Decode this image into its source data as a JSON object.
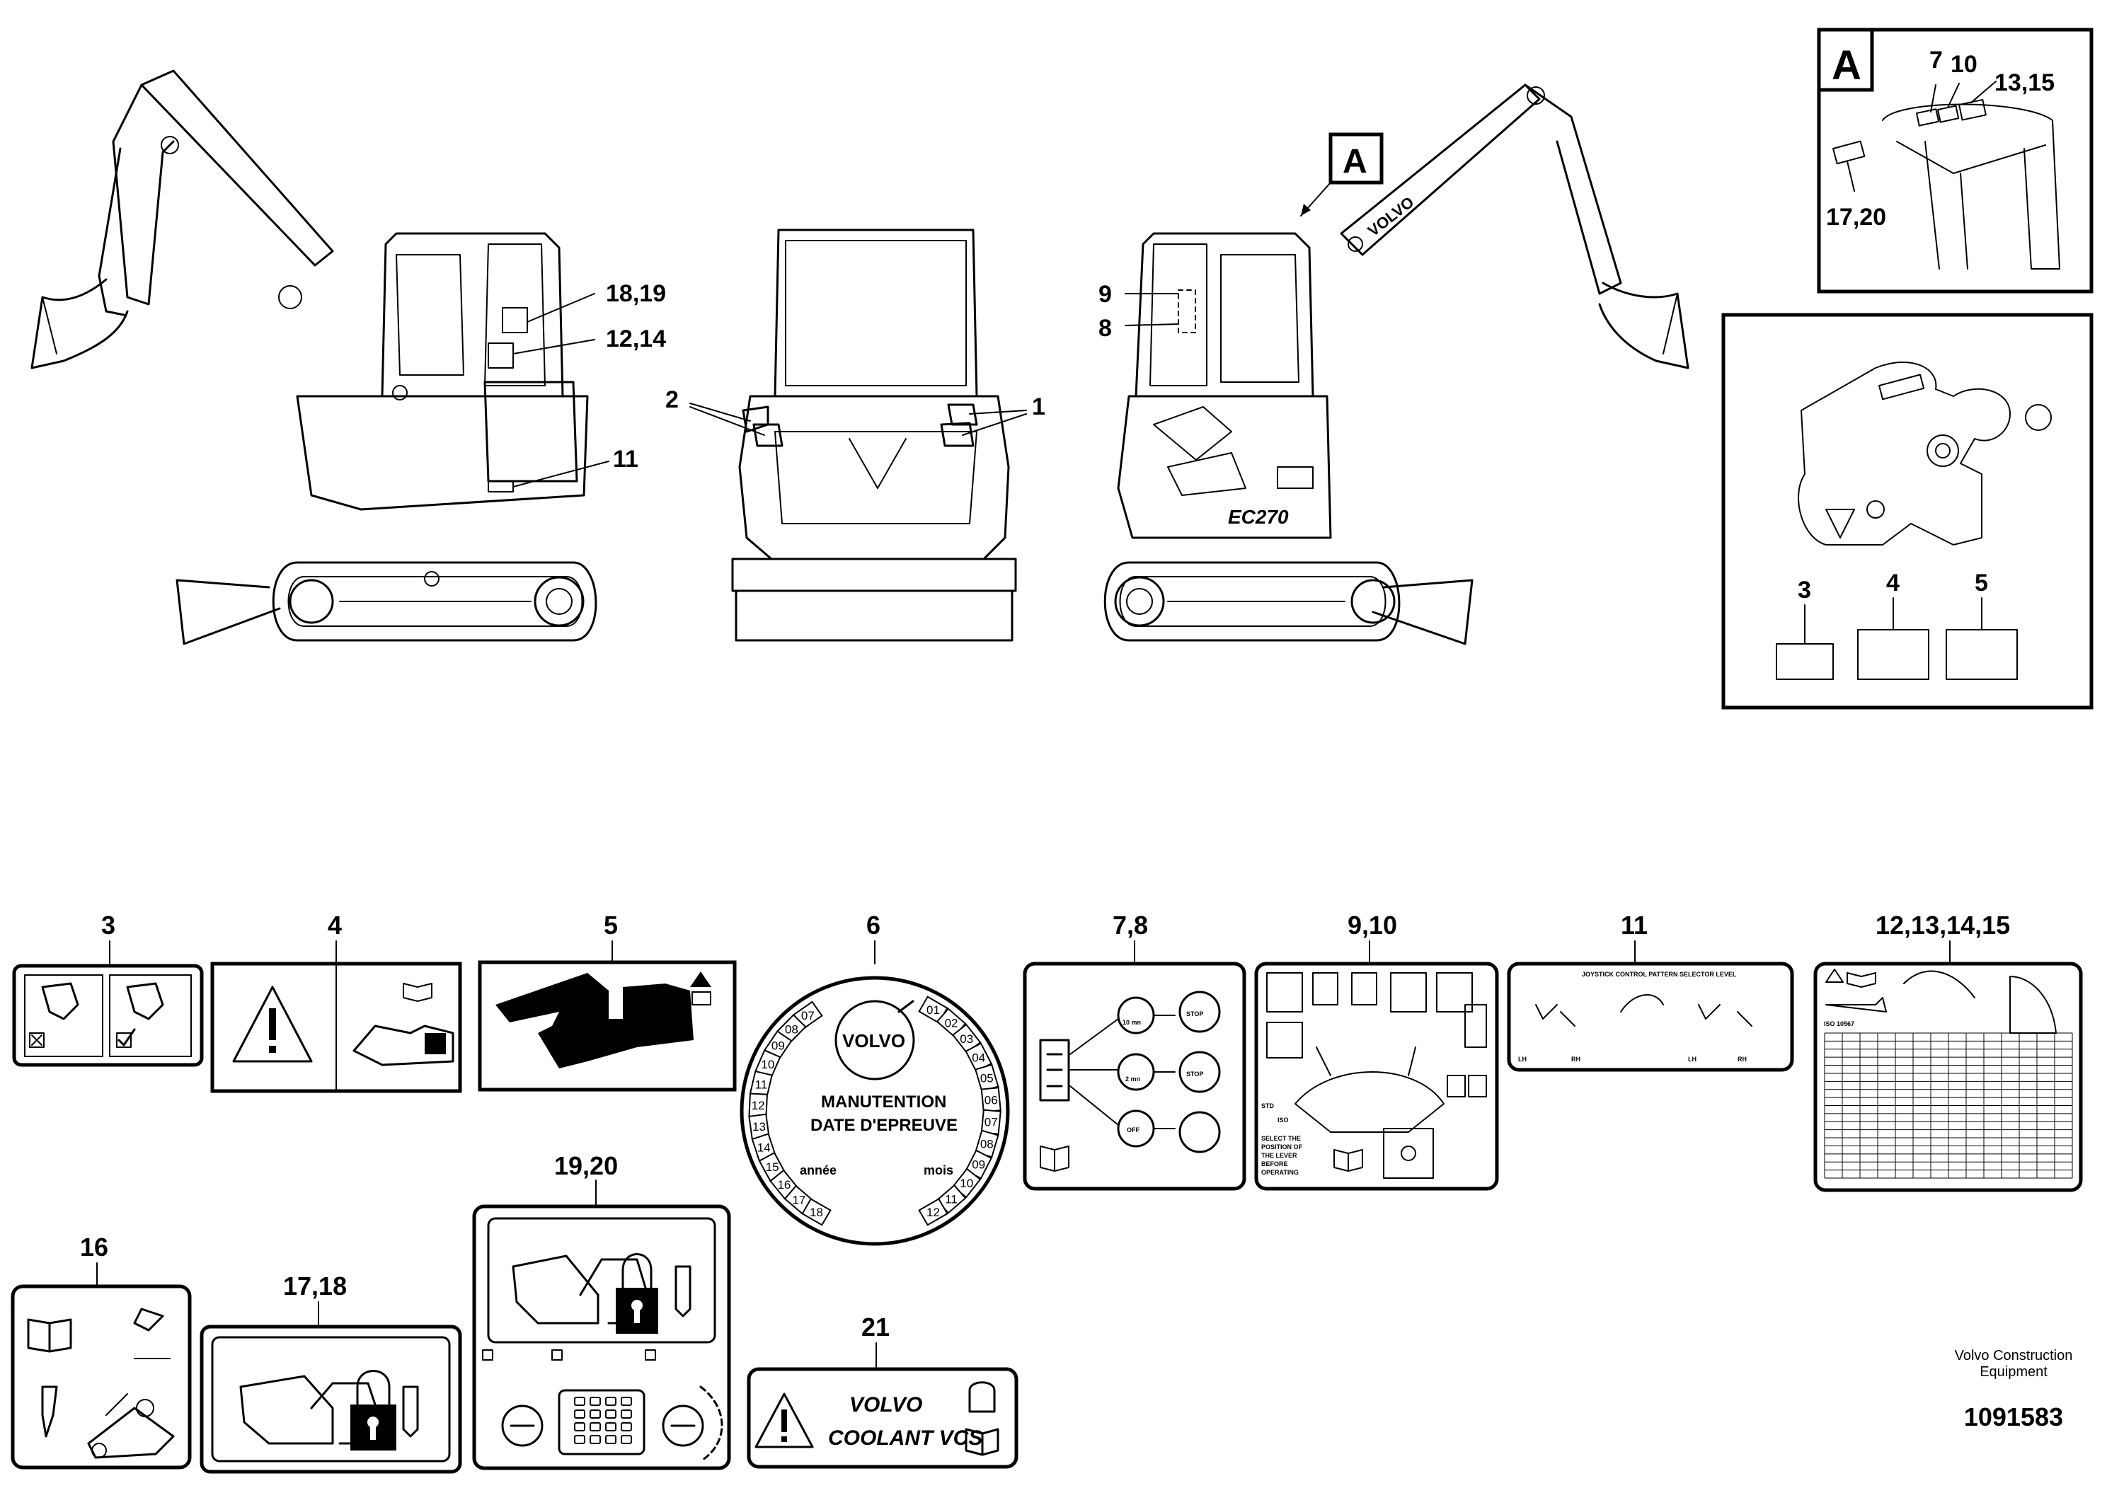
{
  "callouts": {
    "c_18_19": "18,19",
    "c_12_14": "12,14",
    "c_11": "11",
    "c_2": "2",
    "c_1": "1",
    "c_9": "9",
    "c_8": "8",
    "c_view_a": "A"
  },
  "detail_a": {
    "letter": "A",
    "c_7": "7",
    "c_10": "10",
    "c_13_15": "13,15",
    "c_17_20": "17,20"
  },
  "coupler_detail": {
    "c_3": "3",
    "c_4": "4",
    "c_5": "5"
  },
  "machine_model": "EC270",
  "boom_brand": "VOLVO",
  "decals": {
    "d3": "3",
    "d4": "4",
    "d5": "5",
    "d6": "6",
    "d7_8": "7,8",
    "d9_10": "9,10",
    "d11": "11",
    "d12_15": "12,13,14,15",
    "d16": "16",
    "d17_18": "17,18",
    "d19_20": "19,20",
    "d21": "21"
  },
  "decal6": {
    "brand": "VOLVO",
    "line1": "MANUTENTION",
    "line2": "DATE D'EPREUVE",
    "annee": "année",
    "mois": "mois",
    "years": [
      "07",
      "08",
      "09",
      "10",
      "11",
      "12",
      "13",
      "14",
      "15",
      "16",
      "17",
      "18"
    ],
    "months": [
      "01",
      "02",
      "03",
      "04",
      "05",
      "06",
      "07",
      "08",
      "09",
      "10",
      "11",
      "12"
    ]
  },
  "decal78": {
    "t10": "10 mn",
    "t2": "2 mn",
    "off": "OFF",
    "stop": "STOP"
  },
  "decal910": {
    "std": "STD",
    "iso": "ISO",
    "select_text": [
      "SELECT THE",
      "POSITION OF",
      "THE LEVER",
      "BEFORE",
      "OPERATING"
    ]
  },
  "decal11": {
    "title": "JOYSTICK CONTROL PATTERN SELECTOR LEVEL",
    "lh": "LH",
    "rh": "RH"
  },
  "decal12": {
    "iso": "ISO 10567"
  },
  "decal21": {
    "line1": "VOLVO",
    "line2": "COOLANT VCS"
  },
  "footer": {
    "company_line1": "Volvo Construction",
    "company_line2": "Equipment",
    "drawing_number": "1091583"
  },
  "colors": {
    "line": "#000000",
    "background": "#ffffff"
  }
}
